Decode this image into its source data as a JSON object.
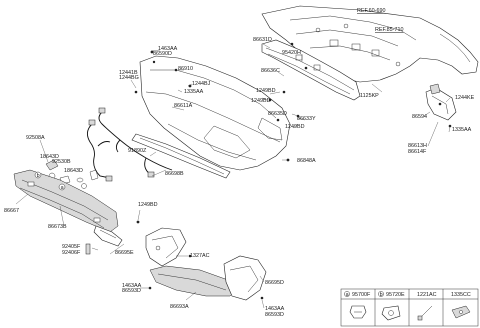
{
  "diagram": {
    "refs": [
      "REF.60-690",
      "REF.85-710"
    ],
    "labels": {
      "p86631D": "86631D",
      "p1463AA_a": "1463AA",
      "p86590D": "86590D",
      "p95420H": "95420H",
      "p86910": "86910",
      "p12441B": "12441B",
      "p1244BG": "1244BG",
      "p1244BJ": "1244BJ",
      "p1335AA_a": "1335AA",
      "p86636C": "86636C",
      "p1249BD_a": "1249BD",
      "p1249BD_b": "1249BD",
      "p86611A": "86611A",
      "p86635D": "86635D",
      "p86633Y": "86633Y",
      "p1249BD_c": "1249BD",
      "p1244KE": "1244KE",
      "p86594": "86594",
      "p1335AA_b": "1335AA",
      "p86613H": "86613H",
      "p86614F": "86614F",
      "p1125KP": "1125KP",
      "p92508A": "92508A",
      "p91890Z": "91890Z",
      "p18643D_a": "18643D",
      "p92530B": "92530B",
      "p18643D_b": "18643D",
      "p86848A": "86848A",
      "p86698B": "86698B",
      "p86667": "86667",
      "p86673B": "86673B",
      "p1249BD_d": "1249BD",
      "p92405F": "92405F",
      "p92406F": "92406F",
      "p86695E": "86695E",
      "p1327AC": "1327AC",
      "p1463AA_b": "1463AA",
      "p86593D_a": "86593D",
      "p86693A": "86693A",
      "p86695D": "86695D",
      "p1463AA_c": "1463AA",
      "p86593D_b": "86593D"
    },
    "callouts": [
      "a",
      "b"
    ],
    "legend": [
      {
        "key": "a",
        "code": "95700F"
      },
      {
        "key": "b",
        "code": "95720E"
      },
      {
        "key": "",
        "code": "1221AC"
      },
      {
        "key": "",
        "code": "1335CC"
      }
    ]
  }
}
